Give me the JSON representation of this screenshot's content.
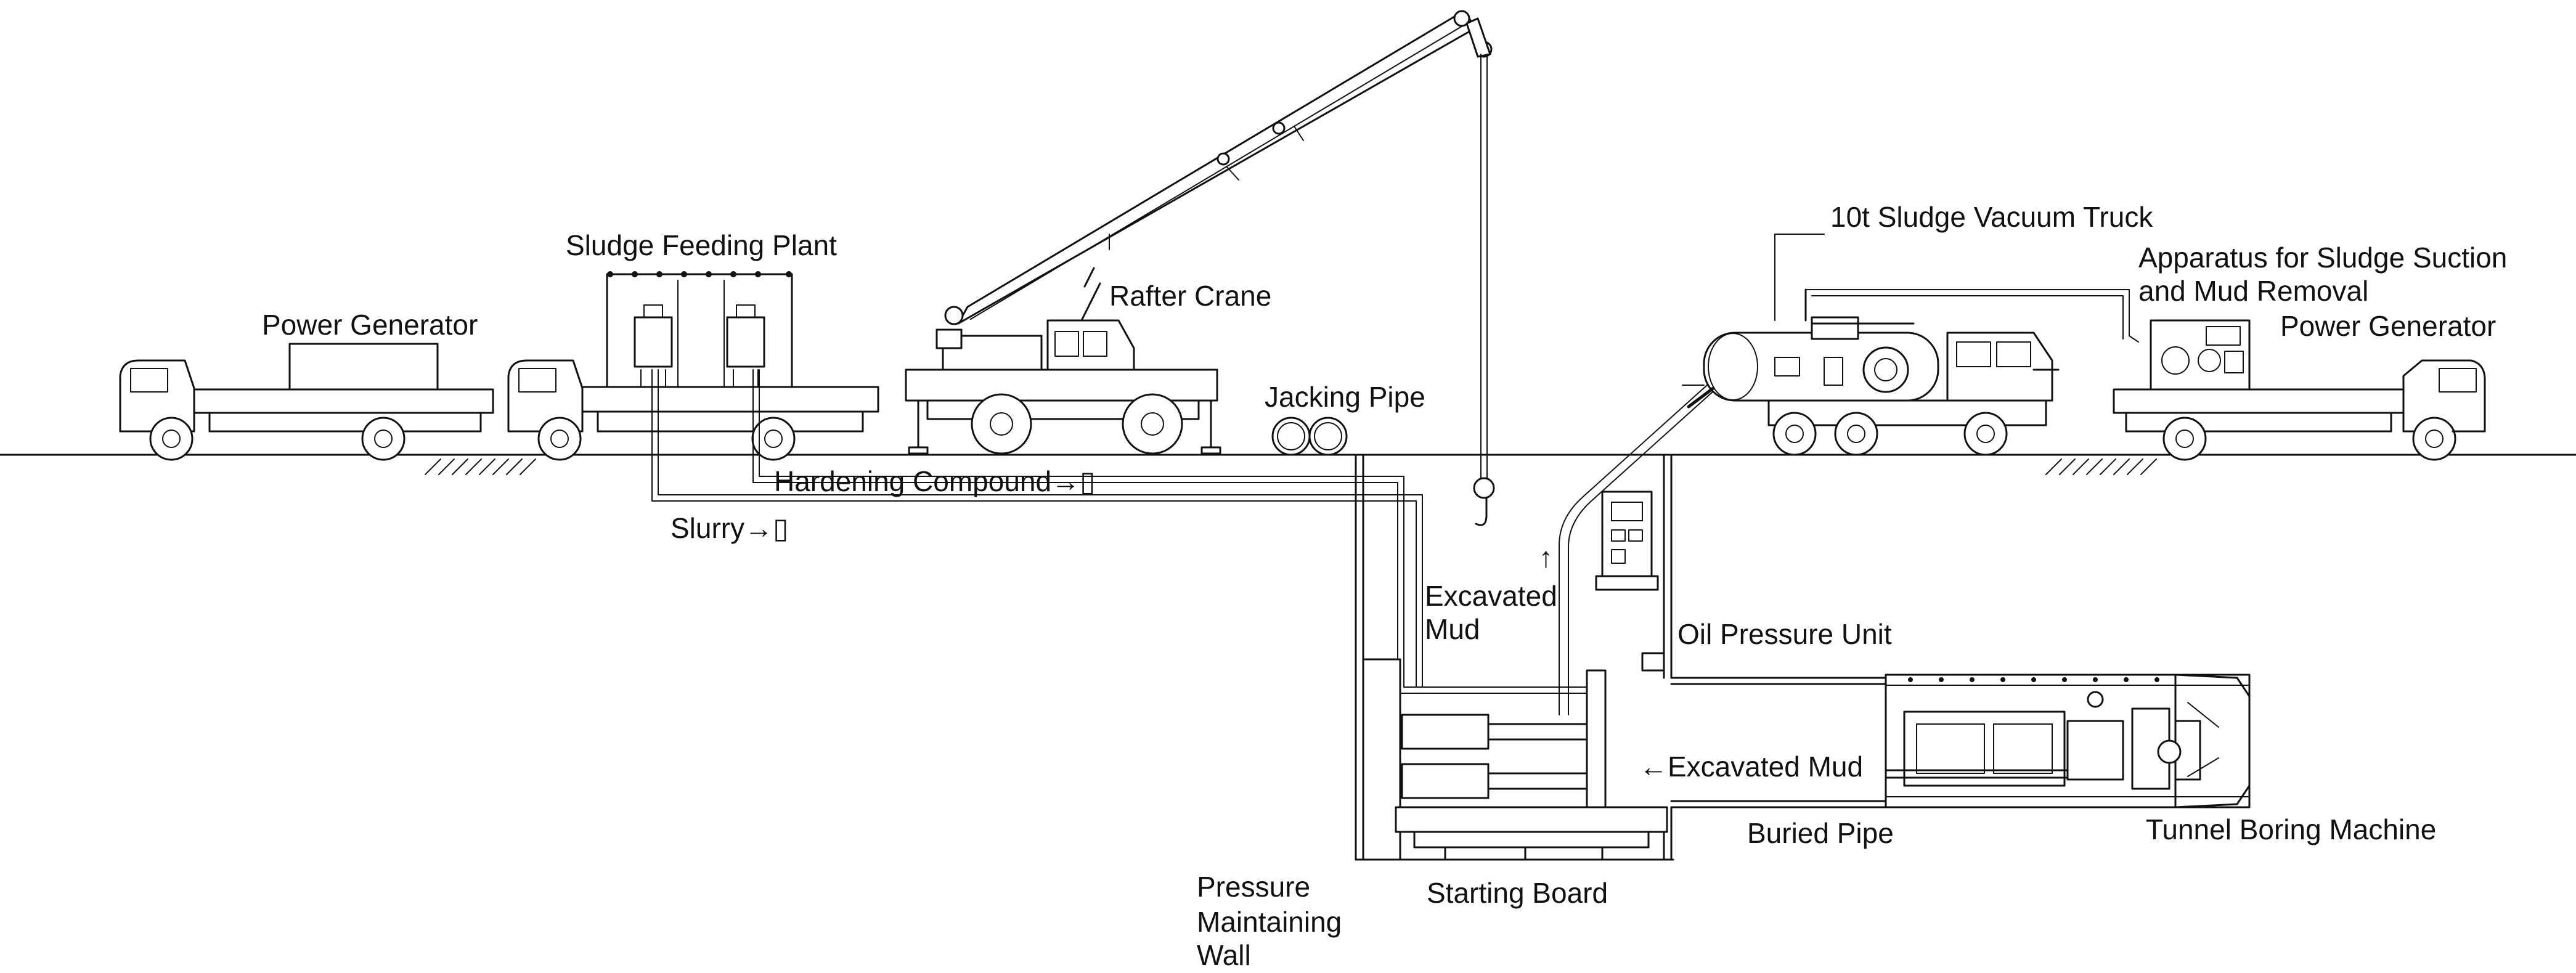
{
  "labels": {
    "power_generator_left": "Power Generator",
    "sludge_feeding_plant": "Sludge Feeding Plant",
    "rafter_crane": "Rafter Crane",
    "jacking_pipe": "Jacking Pipe",
    "hardening_compound": "Hardening Compound→▯",
    "slurry": "Slurry→▯",
    "excavated_mud_up_arrow": "↑",
    "excavated_mud_up_line1": "Excavated",
    "excavated_mud_up_line2": "Mud",
    "sludge_vacuum_truck": "10t Sludge Vacuum Truck",
    "apparatus_line1": "Apparatus for Sludge Suction",
    "apparatus_line2": "and Mud Removal",
    "power_generator_right": "Power Generator",
    "oil_pressure_unit": "Oil Pressure Unit",
    "excavated_mud_left": "←Excavated Mud",
    "buried_pipe": "Buried Pipe",
    "tunnel_boring_machine": "Tunnel Boring Machine",
    "pressure_wall_line1": "Pressure",
    "pressure_wall_line2": "Maintaining",
    "pressure_wall_line3": "Wall",
    "starting_board": "Starting Board"
  },
  "colors": {
    "line": "#111111",
    "background": "#ffffff"
  }
}
